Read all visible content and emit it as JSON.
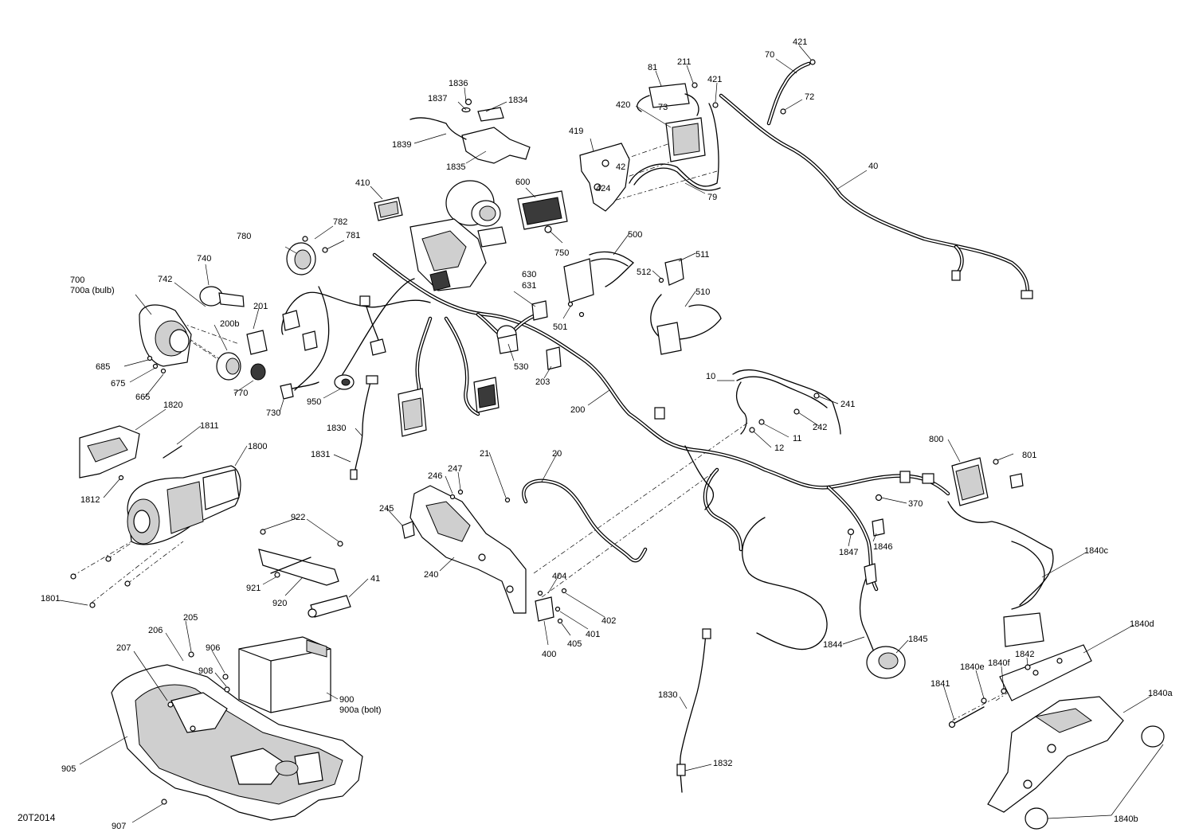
{
  "diagram_id": "20T2014",
  "labels": {
    "l1836": "1836",
    "l1837": "1837",
    "l1834": "1834",
    "l1839": "1839",
    "l1835": "1835",
    "l81": "81",
    "l211": "211",
    "l421a": "421",
    "l421b": "421",
    "l70": "70",
    "l72": "72",
    "l73": "73",
    "l420": "420",
    "l419": "419",
    "l42": "42",
    "l424": "424",
    "l79": "79",
    "l40": "40",
    "l410": "410",
    "l600": "600",
    "l750": "750",
    "l782": "782",
    "l781": "781",
    "l780": "780",
    "l740": "740",
    "l700": "700",
    "l700a": "700a (bulb)",
    "l742": "742",
    "l201": "201",
    "l200b": "200b",
    "l685": "685",
    "l675": "675",
    "l665": "665",
    "l770": "770",
    "l730": "730",
    "l950": "950",
    "l500": "500",
    "l511": "511",
    "l512": "512",
    "l510": "510",
    "l630": "630",
    "l631": "631",
    "l501": "501",
    "l530": "530",
    "l203": "203",
    "l200": "200",
    "l10": "10",
    "l241": "241",
    "l242": "242",
    "l11": "11",
    "l12": "12",
    "l1820": "1820",
    "l1811": "1811",
    "l1800": "1800",
    "l1812": "1812",
    "l1830a": "1830",
    "l1831": "1831",
    "l21": "21",
    "l20": "20",
    "l246": "246",
    "l247": "247",
    "l245": "245",
    "l240": "240",
    "l800": "800",
    "l801": "801",
    "l370": "370",
    "l1847": "1847",
    "l1846": "1846",
    "l922": "922",
    "l921": "921",
    "l920": "920",
    "l41": "41",
    "l1801": "1801",
    "l404": "404",
    "l402": "402",
    "l401": "401",
    "l405": "405",
    "l400": "400",
    "l1840c": "1840c",
    "l1840d": "1840d",
    "l1842": "1842",
    "l1840e": "1840e",
    "l1840f": "1840f",
    "l1841": "1841",
    "l1840a": "1840a",
    "l1840b": "1840b",
    "l1844": "1844",
    "l1845": "1845",
    "l1830b": "1830",
    "l1832": "1832",
    "l205": "205",
    "l206": "206",
    "l207": "207",
    "l906": "906",
    "l908": "908",
    "l900": "900",
    "l900a": "900a (bolt)",
    "l905": "905",
    "l907": "907"
  }
}
